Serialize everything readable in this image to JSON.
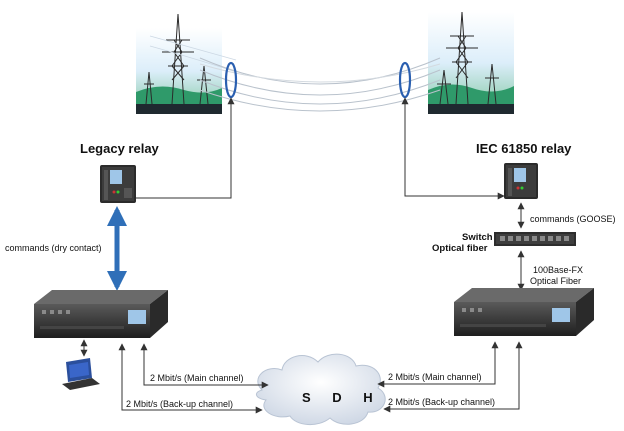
{
  "labels": {
    "legacy_relay": "Legacy relay",
    "iec_relay": "IEC 61850 relay",
    "commands_dry": "commands (dry contact)",
    "commands_goose": "commands (GOOSE)",
    "switch": "Switch",
    "optical_fiber": "Optical fiber",
    "fx_line1": "100Base-FX",
    "fx_line2": "Optical Fiber",
    "left_main": "2 Mbit/s (Main channel)",
    "left_backup": "2 Mbit/s (Back-up channel)",
    "right_main": "2 Mbit/s (Main channel)",
    "right_backup": "2 Mbit/s (Back-up channel)",
    "sdh": "S D H"
  },
  "colors": {
    "sky": "#c8e0f0",
    "grass": "#3aa86a",
    "thick_link": "#2f6fb8",
    "lines": "#333333",
    "ring": "#2a5fb0"
  }
}
